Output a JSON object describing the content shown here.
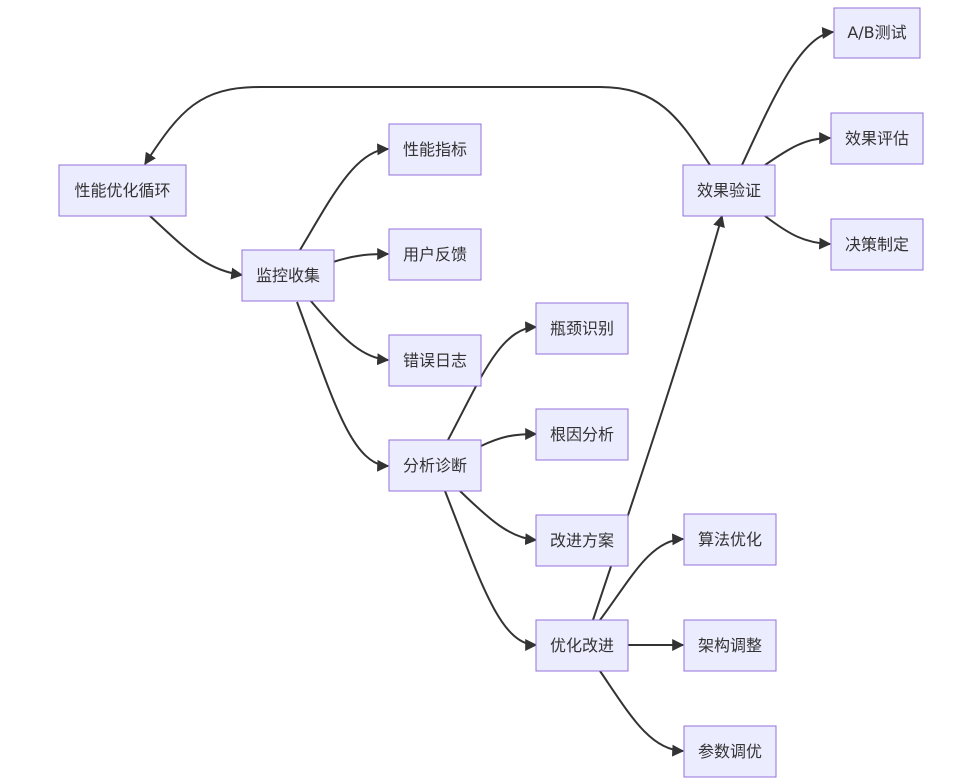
{
  "nodes": {
    "cycle": "性能优化循环",
    "monitor": "监控收集",
    "perf_metrics": "性能指标",
    "feedback": "用户反馈",
    "error_log": "错误日志",
    "analyze": "分析诊断",
    "bottleneck": "瓶颈识别",
    "root_cause": "根因分析",
    "plan": "改进方案",
    "optimize": "优化改进",
    "algo": "算法优化",
    "arch": "架构调整",
    "params": "参数调优",
    "verify": "效果验证",
    "ab_test": "A/B测试",
    "evaluate": "效果评估",
    "decide": "决策制定"
  },
  "colors": {
    "node_fill": "#ECECFF",
    "node_stroke": "#9370DB",
    "edge": "#333333",
    "text": "#333333"
  }
}
